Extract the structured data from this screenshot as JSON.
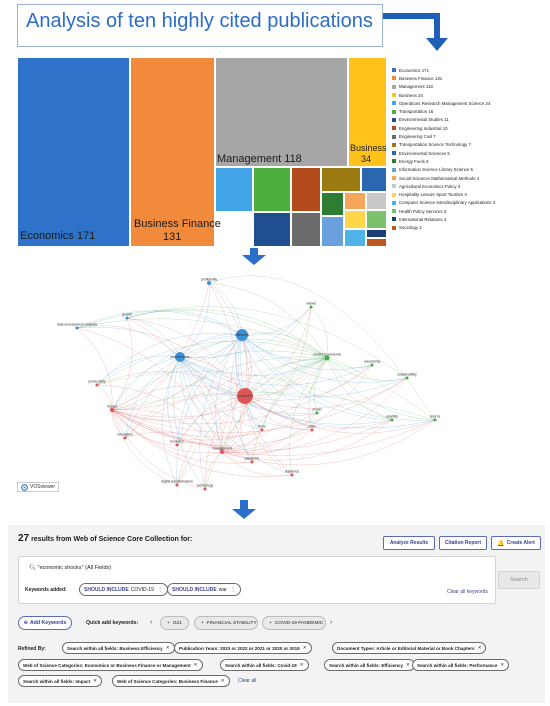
{
  "title": "Analysis of ten highly cited publications",
  "chart_data": {
    "type": "treemap",
    "tiles": [
      {
        "label": "Economics",
        "value": 171,
        "color": "#2f72c9"
      },
      {
        "label": "Business Finance",
        "value": 131,
        "color": "#f28a3c"
      },
      {
        "label": "Management",
        "value": 118,
        "color": "#a6a6a6"
      },
      {
        "label": "Business",
        "value": 34,
        "color": "#ffc21a"
      },
      {
        "label": "Operations Research Management Science",
        "value": 24,
        "color": "#42a5e8"
      },
      {
        "label": "Transportation",
        "value": 16,
        "color": "#4caf3e"
      },
      {
        "label": "Environmental Studies",
        "value": 11,
        "color": "#1f4f8f"
      },
      {
        "label": "Engineering Industrial",
        "value": 10,
        "color": "#b34a1c"
      },
      {
        "label": "Engineering Civil",
        "value": 7,
        "color": "#6b6b6b"
      },
      {
        "label": "Transportation Science Technology",
        "value": 7,
        "color": "#9c7a12"
      },
      {
        "label": "Environmental Sciences",
        "value": 5,
        "color": "#2b67b0"
      },
      {
        "label": "Energy Fuels",
        "value": 5,
        "color": "#2e7d32"
      },
      {
        "label": "Information Science Library Science",
        "value": 5,
        "color": "#6aa0dd"
      },
      {
        "label": "Social Sciences Mathematical Methods",
        "value": 4,
        "color": "#f5a65b"
      },
      {
        "label": "Agricultural Economics Policy",
        "value": 3,
        "color": "#c9c9c9"
      },
      {
        "label": "Hospitality Leisure Sport Tourism",
        "value": 3,
        "color": "#ffd54a"
      },
      {
        "label": "Computer Science Interdisciplinary Applications",
        "value": 3,
        "color": "#4fb3ea"
      },
      {
        "label": "Health Policy Services",
        "value": 3,
        "color": "#7cc26b"
      },
      {
        "label": "International Relations",
        "value": 3,
        "color": "#1a3f75"
      },
      {
        "label": "Sociology",
        "value": 2,
        "color": "#c0571f"
      }
    ],
    "legend_items": [
      "Economics 171",
      "Business Finance 131",
      "Management 118",
      "Business 34",
      "Operations Research Management Science 24",
      "Transportation 16",
      "Environmental Studies 11",
      "Engineering Industrial 10",
      "Engineering Civil 7",
      "Transportation Science Technology 7",
      "Environmental Sciences 5",
      "Energy Fuels 5",
      "Information Science Library Science 5",
      "Social Sciences Mathematical Methods 4",
      "Agricultural Economics Policy 3",
      "Hospitality Leisure Sport Tourism 3",
      "Computer Science Interdisciplinary Applications 3",
      "Health Policy Services 3",
      "International Relations 3",
      "Sociology 2"
    ],
    "tile_labels": {
      "economics": "Economics 171",
      "business_finance_1": "Business Finance",
      "business_finance_2": "131",
      "management": "Management 118",
      "business_1": "Business",
      "business_2": "34"
    }
  },
  "network": {
    "clusters": {
      "blue": "#3d8fd6",
      "red": "#e05555",
      "green": "#3fae49"
    },
    "nodes": [
      {
        "label": "efficiency",
        "cluster": "blue",
        "weight": 6
      },
      {
        "label": "performance",
        "cluster": "blue",
        "weight": 5
      },
      {
        "label": "covid-19",
        "cluster": "red",
        "weight": 8
      },
      {
        "label": "profitability",
        "cluster": "blue",
        "weight": 2
      },
      {
        "label": "growth",
        "cluster": "blue",
        "weight": 1.5
      },
      {
        "label": "data envelopment analysis",
        "cluster": "blue",
        "weight": 1.5
      },
      {
        "label": "market",
        "cluster": "green",
        "weight": 1.5
      },
      {
        "label": "covid-19 pandemic",
        "cluster": "green",
        "weight": 2.5
      },
      {
        "label": "uncertainty",
        "cluster": "green",
        "weight": 1.5
      },
      {
        "label": "sustainability",
        "cluster": "green",
        "weight": 1.5
      },
      {
        "label": "returns",
        "cluster": "green",
        "weight": 1.5
      },
      {
        "label": "volatility",
        "cluster": "green",
        "weight": 1.5
      },
      {
        "label": "impact",
        "cluster": "red",
        "weight": 2
      },
      {
        "label": "productivity",
        "cluster": "red",
        "weight": 1.5
      },
      {
        "label": "innovation",
        "cluster": "red",
        "weight": 1.5
      },
      {
        "label": "management",
        "cluster": "red",
        "weight": 2
      },
      {
        "label": "pandemic",
        "cluster": "red",
        "weight": 1.5
      },
      {
        "label": "business",
        "cluster": "red",
        "weight": 1.5
      },
      {
        "label": "digital transformation",
        "cluster": "red",
        "weight": 1.5
      },
      {
        "label": "technology",
        "cluster": "red",
        "weight": 1.5
      },
      {
        "label": "firms",
        "cluster": "red",
        "weight": 1.5
      },
      {
        "label": "resilience",
        "cluster": "red",
        "weight": 1.5
      },
      {
        "label": "crisis",
        "cluster": "red",
        "weight": 1.5
      },
      {
        "label": "model",
        "cluster": "green",
        "weight": 1.5
      }
    ],
    "vos_label": "VOSviewer"
  },
  "wos": {
    "count": "27",
    "heading_rest": " results from Web of Science Core Collection for:",
    "buttons": {
      "analyze": "Analyze Results",
      "citation": "Citation Report",
      "alert": "Create Alert"
    },
    "query": "\"economic shocks\" (All Fields)",
    "keywords_added_label": "Keywords added:",
    "kw1_prefix": "SHOULD INCLUDE",
    "kw1_value": "COVID-19",
    "kw2_prefix": "SHOULD INCLUDE",
    "kw2_value": "war",
    "clear_all_keywords": "Clear all keywords",
    "search_button": "Search",
    "add_keywords": "Add Keywords",
    "quick_add_label": "Quick add keywords:",
    "quick_chips": [
      "G21",
      "FINANCIAL STABILITY",
      "COVID-19 PANDEMIC"
    ],
    "refined_by": "Refined By:",
    "filters": [
      "Search within all fields: Business Efficiency",
      "Publication Years: 2023 or 2022 or 2021 or 2020 or 2019",
      "Document Types: Article or Editorial Material or Book Chapters",
      "Web of Science Categories: Economics or Business Finance or Management",
      "Search within all fields: Covid-19",
      "Search within all fields: Efficiency",
      "Search within all fields: Performance",
      "Search within all fields: Impact",
      "Web of Science Categories: Business Finance"
    ],
    "clear_all": "Clear all"
  }
}
